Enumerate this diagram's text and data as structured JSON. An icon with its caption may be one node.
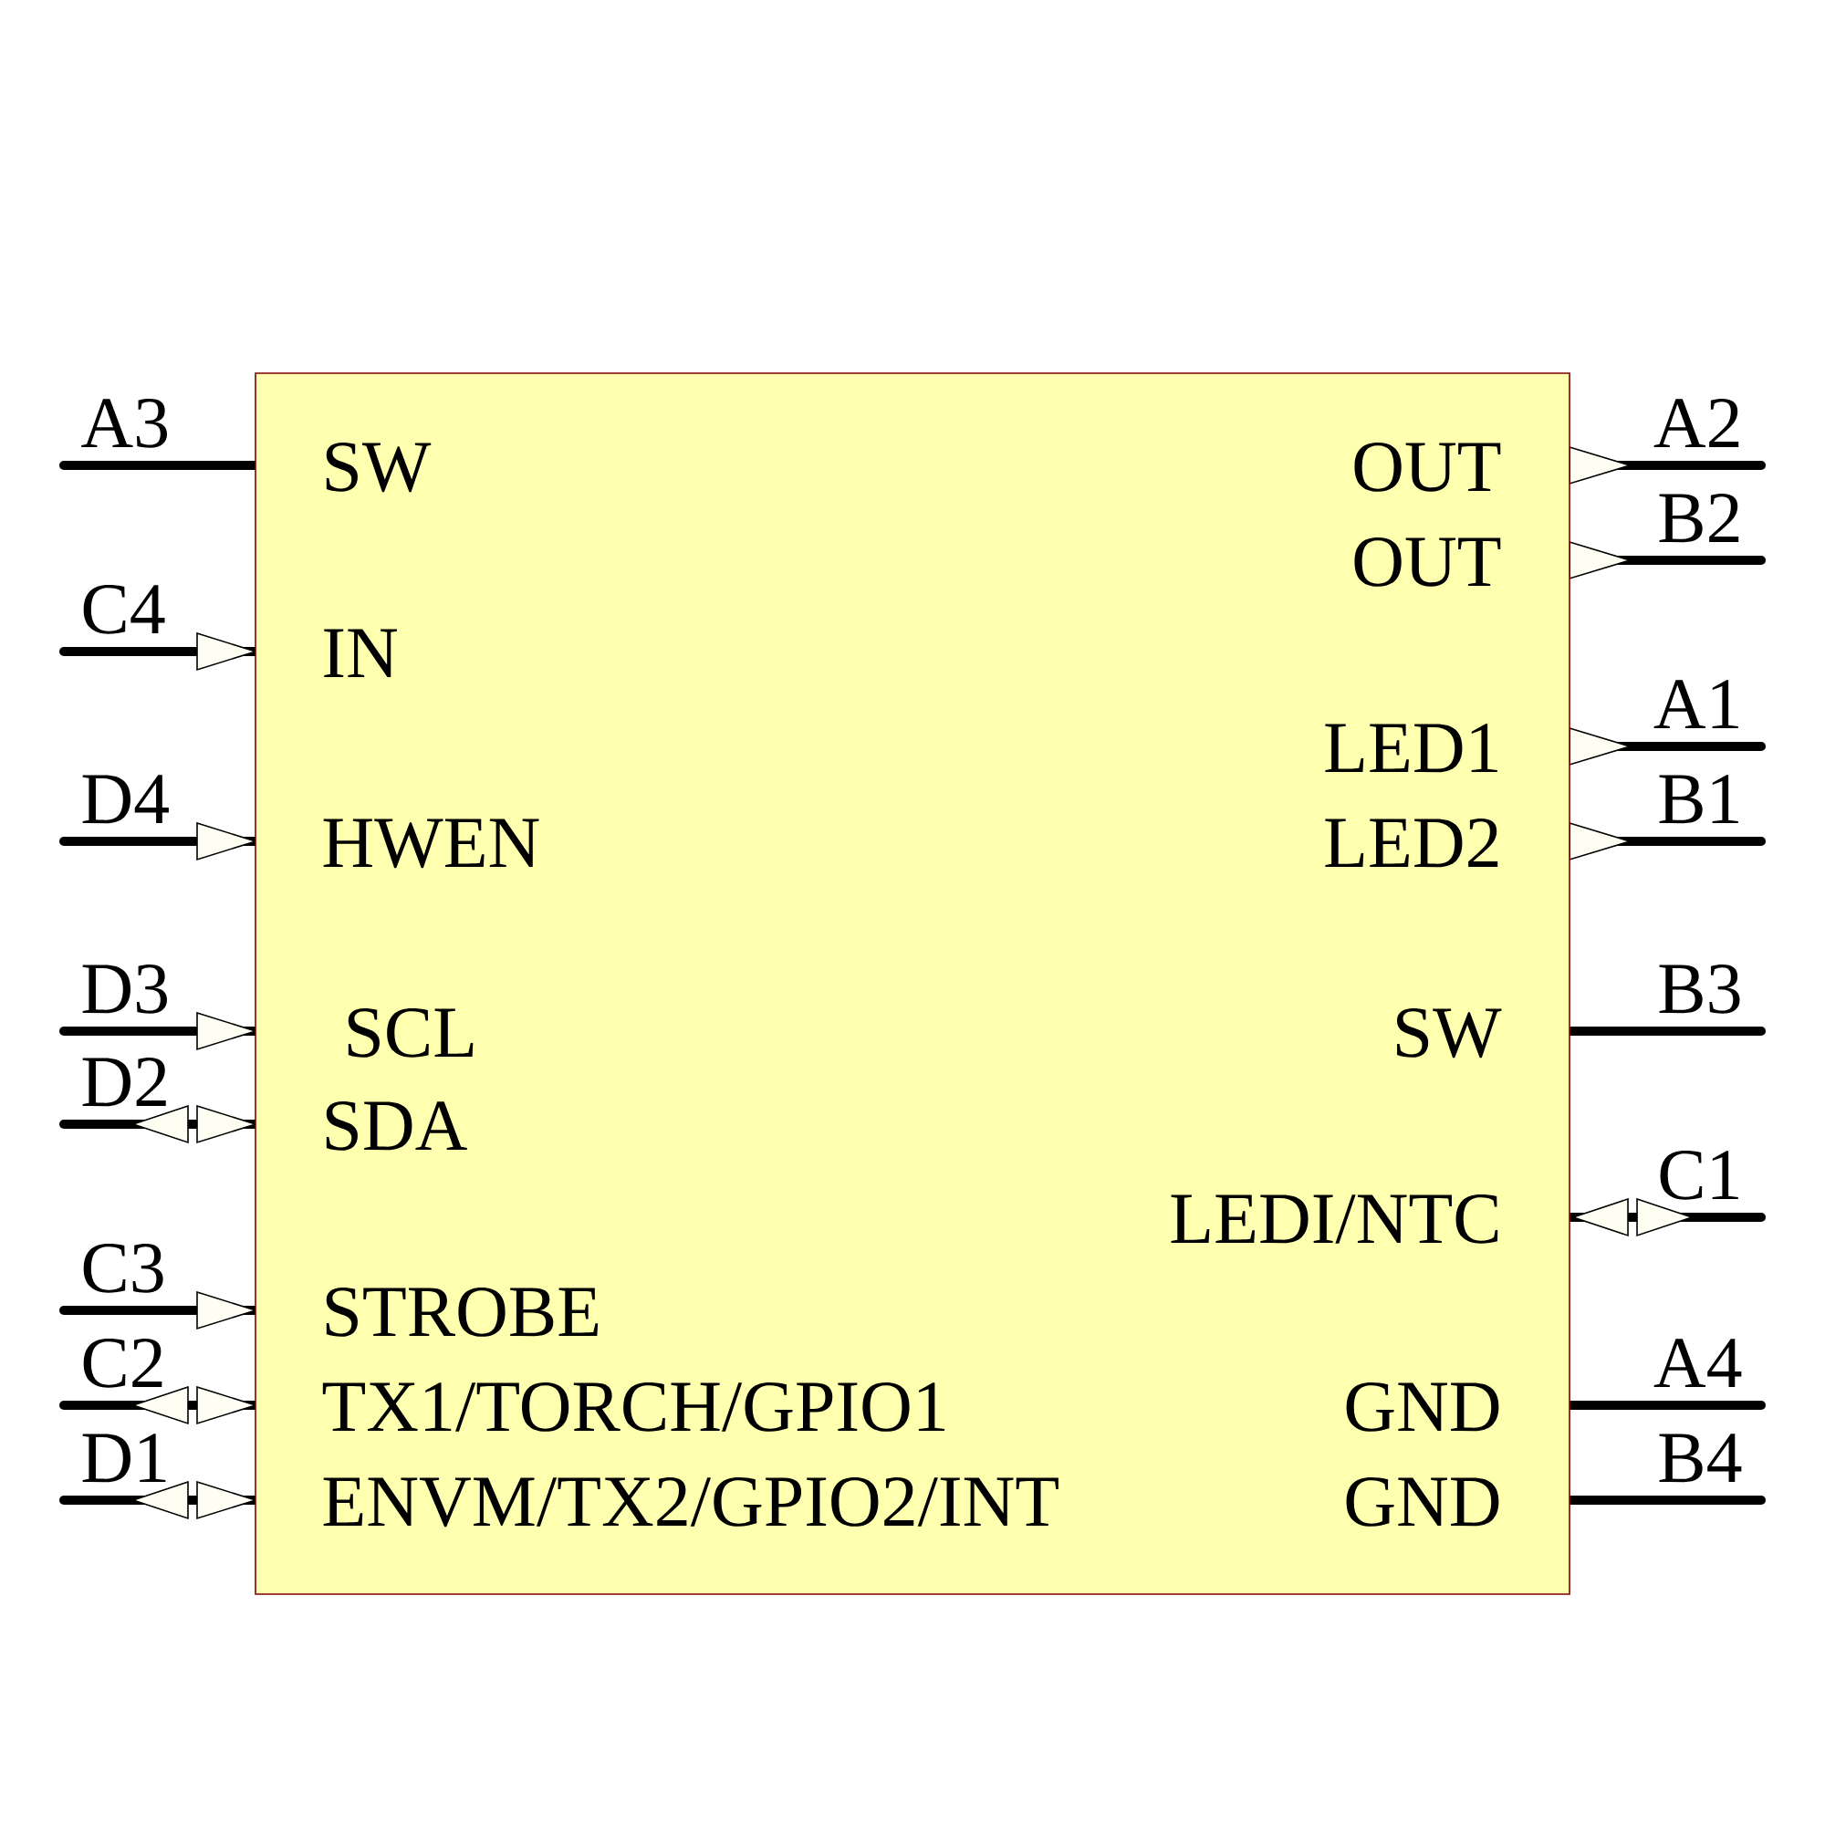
{
  "diagram": {
    "nodes": [
      {
        "text": [
          "SW",
          "IN",
          "HWEN",
          "SCL",
          "SDA",
          "STROBE",
          "TX1/TORCH/GPIO1",
          "ENVM/TX2/GPIO2/INT",
          "OUT",
          "OUT",
          "LED1",
          "LED2",
          "SW",
          "LEDI/NTC",
          "GND",
          "GND"
        ]
      }
    ],
    "labels": [
      "A3",
      "C4",
      "D4",
      "D3",
      "D2",
      "C3",
      "C2",
      "D1",
      "A2",
      "B2",
      "A1",
      "B1",
      "B3",
      "C1",
      "A4",
      "B4"
    ]
  }
}
